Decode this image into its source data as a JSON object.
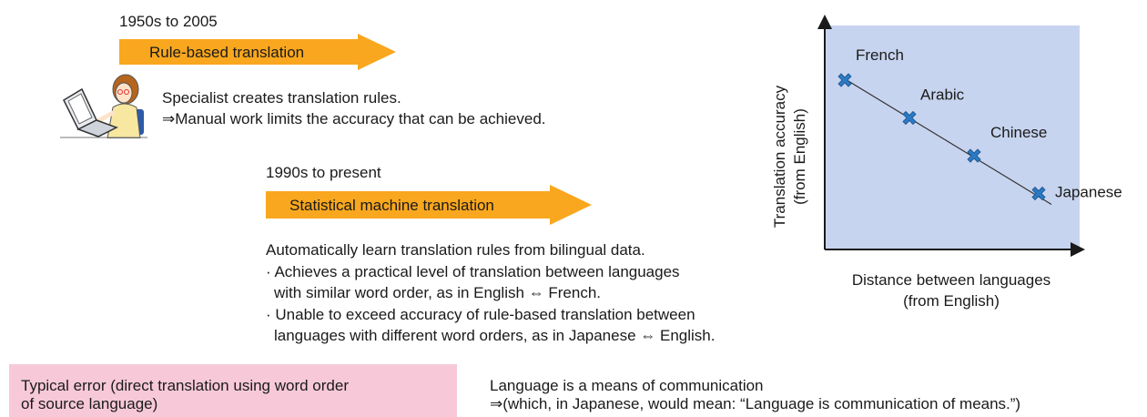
{
  "colors": {
    "arrow": "#f9a71e",
    "chart_bg": "#c7d4ef",
    "marker": "#2a7bc4",
    "error_box": "#f7c9d8"
  },
  "rule_based": {
    "era": "1950s to 2005",
    "label": "Rule-based translation",
    "desc_line1": "Specialist creates translation rules.",
    "desc_line2": "⇒Manual work limits the accuracy that can be achieved."
  },
  "statistical": {
    "era": "1990s to present",
    "label": "Statistical machine translation",
    "desc_line1": "Automatically learn translation rules from bilingual data.",
    "desc_line2": "· Achieves a practical level of translation between languages",
    "desc_line3": "with similar word order, as in English ⇔ French.",
    "desc_line4": "· Unable to exceed accuracy of rule-based translation between",
    "desc_line5": "languages with different word orders, as in Japanese ⇔ English."
  },
  "error_example": {
    "label_line1": "Typical error (direct translation using word order",
    "label_line2": "of source language)",
    "example_line1": "Language is a means of communication",
    "example_line2": "⇒(which, in Japanese, would mean: “Language is communication of means.”)"
  },
  "illustration": {
    "icon": "person-at-laptop-icon"
  },
  "chart_data": {
    "type": "scatter",
    "ylabel_line1": "Translation accuracy",
    "ylabel_line2": "(from English)",
    "xlabel_line1": "Distance between languages",
    "xlabel_line2": "(from English)",
    "grid": false,
    "trend_line": true,
    "marker": "x",
    "points": [
      {
        "label": "French",
        "x": 1,
        "y": 4
      },
      {
        "label": "Arabic",
        "x": 2,
        "y": 3
      },
      {
        "label": "Chinese",
        "x": 3,
        "y": 2
      },
      {
        "label": "Japanese",
        "x": 4,
        "y": 1
      }
    ]
  }
}
